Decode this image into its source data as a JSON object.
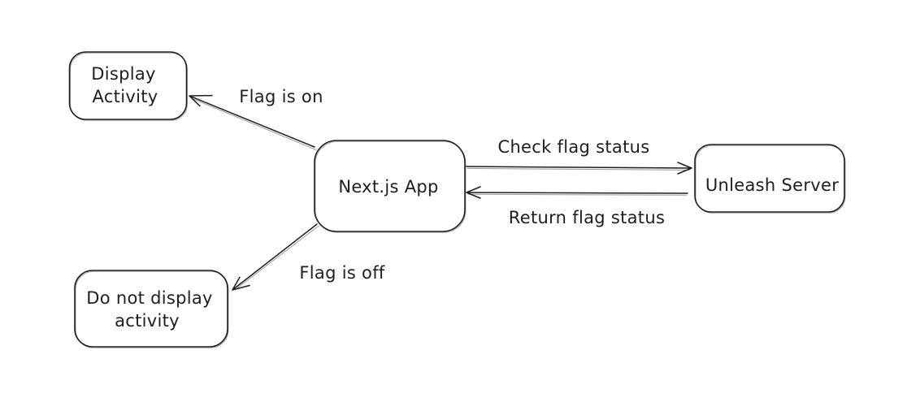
{
  "canvas": {
    "background": "#ffffff",
    "stroke_color": "#1e1e1e",
    "text_color": "#1e1e1e"
  },
  "nodes": {
    "display_activity": {
      "line1": "Display",
      "line2": "Activity"
    },
    "nextjs_app": {
      "label": "Next.js App"
    },
    "unleash_server": {
      "label": "Unleash Server"
    },
    "do_not_display": {
      "line1": "Do not display",
      "line2": "activity"
    }
  },
  "edges": {
    "flag_on": {
      "label": "Flag is on",
      "from": "Next.js App",
      "to": "Display Activity"
    },
    "flag_off": {
      "label": "Flag is off",
      "from": "Next.js App",
      "to": "Do not display activity"
    },
    "check_flag": {
      "label": "Check flag status",
      "from": "Next.js App",
      "to": "Unleash Server"
    },
    "return_flag": {
      "label": "Return flag status",
      "from": "Unleash Server",
      "to": "Next.js App"
    }
  }
}
